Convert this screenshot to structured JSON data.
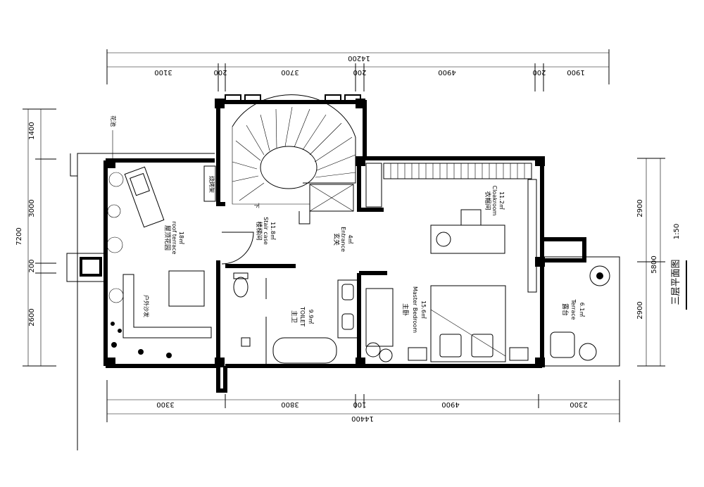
{
  "dimensions": {
    "top_overall": "14200",
    "top_segments": [
      "3100",
      "200",
      "3700",
      "200",
      "4900",
      "200",
      "1900"
    ],
    "bottom_overall": "14400",
    "bottom_segments": [
      "3300",
      "3800",
      "100",
      "4900",
      "2300"
    ],
    "left_overall": "7200",
    "left_segments": [
      "1400",
      "3000",
      "200",
      "2600"
    ],
    "right_overall": "5800",
    "right_segments": [
      "2900",
      "2900"
    ]
  },
  "rooms": {
    "roof_terrace": {
      "cn": "屋顶花园",
      "en": "roof terrace",
      "area": "18㎡"
    },
    "outdoor_sofa": {
      "cn": "户外沙发"
    },
    "flower_pool": {
      "cn": "花池"
    },
    "bbq": {
      "cn": "烧烤架"
    },
    "staircase": {
      "cn": "楼梯间",
      "en": "Stair case",
      "area": "11.8㎡"
    },
    "stair_mark": "下",
    "entrance": {
      "cn": "玄关",
      "en": "Entrance",
      "area": "4㎡"
    },
    "toilet": {
      "cn": "主卫",
      "en": "TOILET",
      "area": "9.9㎡"
    },
    "master_bedroom": {
      "cn": "主卧",
      "en": "Master Bedroom",
      "area": "15.6㎡"
    },
    "cloakroom": {
      "cn": "衣帽间",
      "en": "Cloakroom",
      "area": "11.2㎡"
    },
    "terrace": {
      "cn": "露台",
      "en": "Terrace",
      "area": "6.1㎡"
    }
  },
  "title": {
    "text": "三层平面图",
    "scale": "1:50"
  }
}
